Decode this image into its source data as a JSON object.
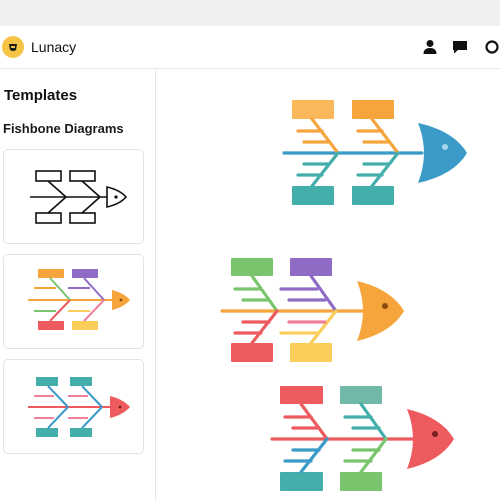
{
  "app": {
    "title": "Lunacy"
  },
  "header_icons": [
    "user-icon",
    "chat-icon",
    "circle-icon"
  ],
  "sidebar": {
    "heading": "Templates",
    "subheading": "Fishbone Diagrams",
    "cards": [
      {
        "style": "outline"
      },
      {
        "style": "color-orange"
      },
      {
        "style": "color-red"
      }
    ]
  },
  "colors": {
    "blue": "#3a9bc8",
    "orange": "#f5a53c",
    "red": "#ee5b5f",
    "teal": "#44aeaa",
    "purple": "#8e6bc4",
    "green": "#7bc46e",
    "yellow": "#fbce5b",
    "pink": "#f07f9a"
  }
}
